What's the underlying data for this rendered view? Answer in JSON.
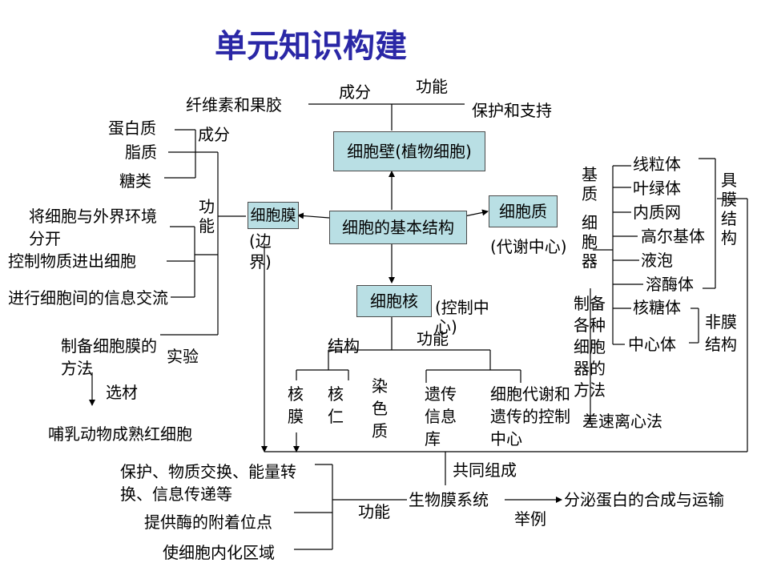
{
  "title": "单元知识构建",
  "boxes": {
    "center": "细胞的基本结构",
    "wall": "细胞壁",
    "wall_note": "(植物细胞)",
    "membrane": "细胞膜",
    "cytoplasm": "细胞质",
    "nucleus": "细胞核"
  },
  "notes": {
    "membrane_boundary": "(边界)",
    "cytoplasm_center": "(代谢中心)",
    "nucleus_center": "(控制中心)"
  },
  "wall_branch": {
    "component_value": "纤维素和果胶",
    "component_label": "成分",
    "function_label": "功能",
    "function_value": "保护和支持"
  },
  "membrane_branch": {
    "components": [
      "蛋白质",
      "脂质",
      "糖类"
    ],
    "component_label": "成分",
    "function_label": "功能",
    "functions": [
      "将细胞与外界环境分开",
      "控制物质进出细胞",
      "进行细胞间的信息交流"
    ],
    "prep": "制备细胞膜的方法",
    "experiment_label": "实验",
    "material_label": "选材",
    "material": "哺乳动物成熟红细胞"
  },
  "cytoplasm_branch": {
    "matrix": "基质",
    "organelle": "细胞器",
    "organelles": [
      "线粒体",
      "叶绿体",
      "内质网",
      "高尔基体",
      "液泡",
      "溶酶体",
      "核糖体",
      "中心体"
    ],
    "membrane_label": "具膜结构",
    "non_membrane_label": "非膜结构",
    "prep": "制备各种细胞器的方法",
    "method": "差速离心法"
  },
  "nucleus_branch": {
    "structure_label": "结构",
    "function_label": "功能",
    "structures": [
      "核膜",
      "核仁",
      "染色质"
    ],
    "functions": [
      "遗传信息库",
      "细胞代谢和遗传的控制中心"
    ]
  },
  "membrane_system": {
    "label": "共同组成",
    "name": "生物膜系统",
    "function_label": "功能",
    "functions": [
      "保护、物质交换、能量转换、信息传递等",
      "提供酶的附着位点",
      "使细胞内化区域"
    ],
    "example_label": "举例",
    "example": "分泌蛋白的合成与运输"
  }
}
